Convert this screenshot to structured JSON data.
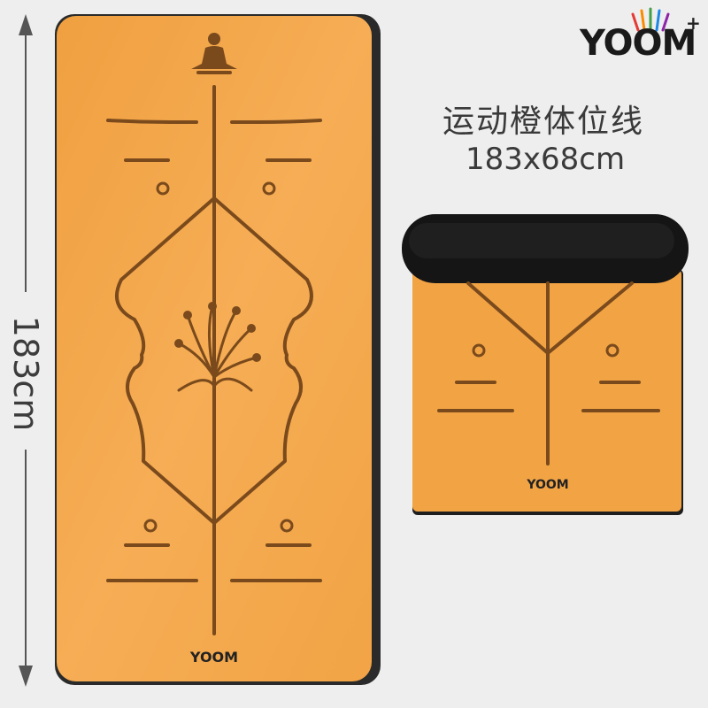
{
  "brand": {
    "name": "YOOM"
  },
  "product": {
    "title": "运动橙体位线",
    "size": "183x68cm",
    "length_label": "183cm"
  },
  "mat_brand_text": "YOOM",
  "colors": {
    "mat_orange": "#f2a445",
    "line_brown": "#7a4a1c",
    "mat_black": "#111111",
    "background": "#eeeeee"
  }
}
